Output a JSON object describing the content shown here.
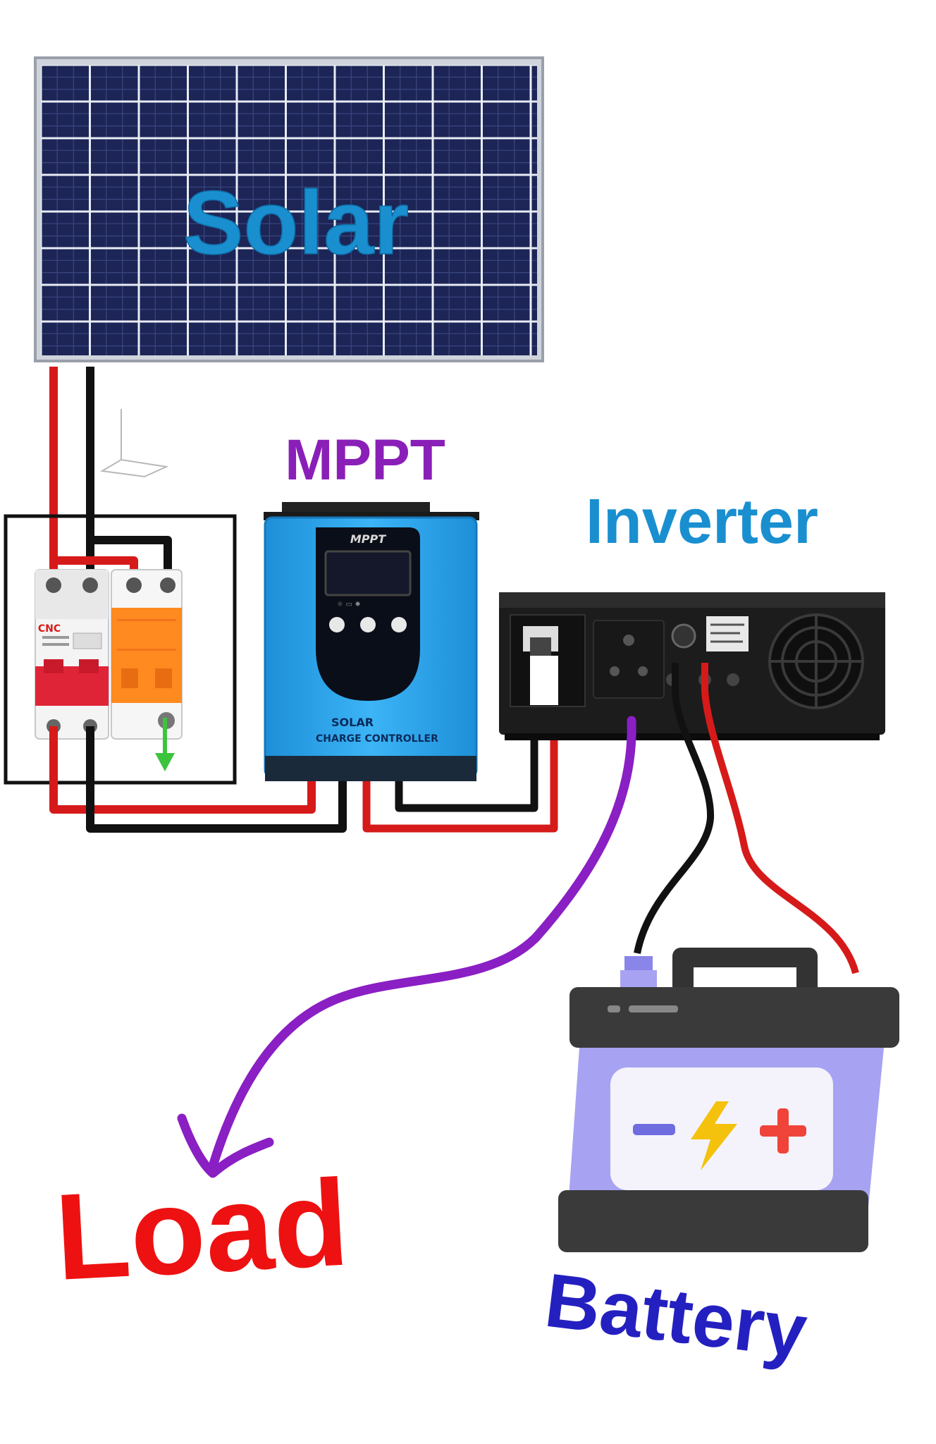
{
  "labels": {
    "solar": "Solar",
    "mppt": "MPPT",
    "inverter": "Inverter",
    "load": "Load",
    "battery": "Battery"
  },
  "breaker": {
    "brand": "CNC"
  },
  "controller": {
    "brand": "MPPT",
    "line1": "SOLAR",
    "line2": "CHARGE CONTROLLER"
  },
  "colors": {
    "solar_text": "#1a8fd0",
    "mppt_text": "#8a1fb8",
    "inverter_text": "#1a8fd0",
    "load_text": "#ee1111",
    "battery_text": "#2420c0",
    "wire_positive": "#d61a1a",
    "wire_negative": "#111111",
    "wire_load": "#8a1fc4",
    "ground_arrow": "#3cc43c",
    "panel_cell": "#1c2556",
    "controller_body": "#2fa8ee",
    "battery_body": "#a7a3f2"
  },
  "icons": [
    "ground-arrow-icon",
    "lightning-icon",
    "minus-icon",
    "plus-icon",
    "fan-icon",
    "power-socket-icon"
  ]
}
